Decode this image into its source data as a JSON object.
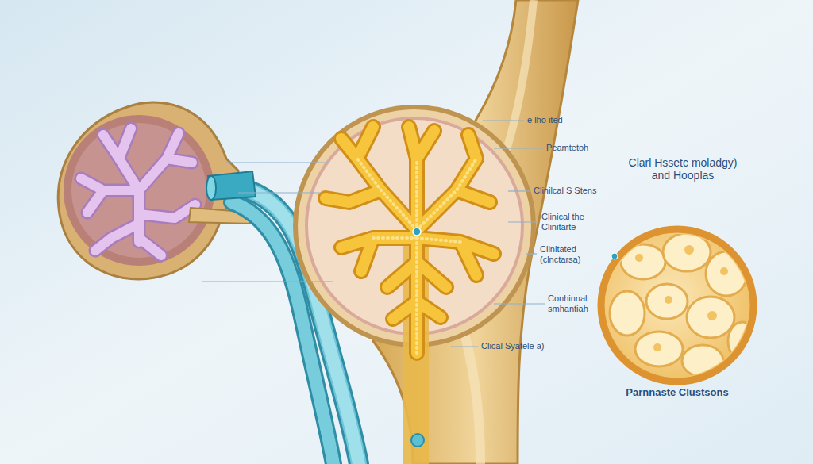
{
  "diagram": {
    "labels": [
      "e lho ited",
      "Peamtetoh",
      "Clinilcal S Stens",
      "Clinical the Clinitarte",
      "Clinitated (clnctarsa)",
      "Conhinnal smhantiah",
      "Clical Syatele a)",
      "Clarl Hssetc moladgy) and Hooplas",
      "Parnnaste Clustsons"
    ]
  }
}
